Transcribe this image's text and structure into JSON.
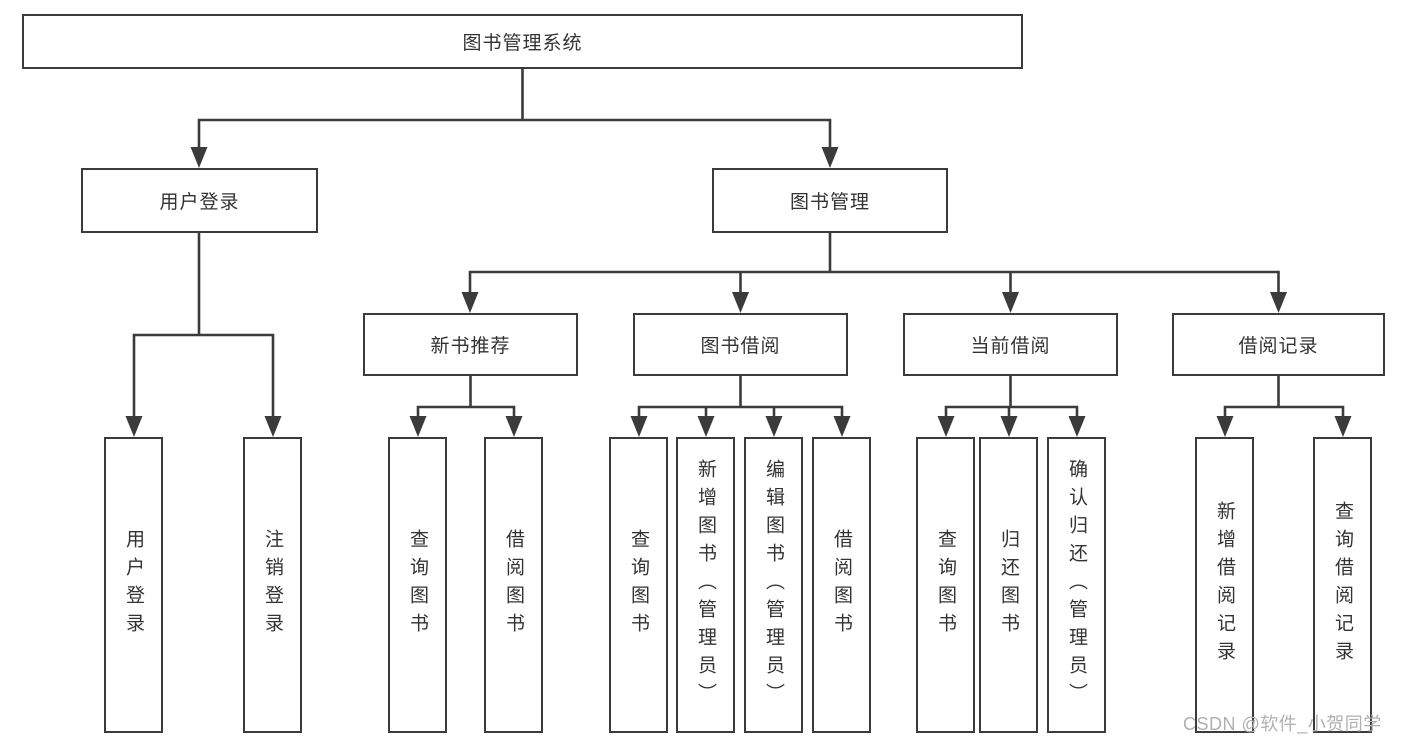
{
  "tree": {
    "label": "图书管理系统",
    "children": [
      {
        "label": "用户登录",
        "children": [
          {
            "label": "用户登录"
          },
          {
            "label": "注销登录"
          }
        ]
      },
      {
        "label": "图书管理",
        "children": [
          {
            "label": "新书推荐",
            "children": [
              {
                "label": "查询图书"
              },
              {
                "label": "借阅图书"
              }
            ]
          },
          {
            "label": "图书借阅",
            "children": [
              {
                "label": "查询图书"
              },
              {
                "label": "新增图书（管理员）"
              },
              {
                "label": "编辑图书（管理员）"
              },
              {
                "label": "借阅图书"
              }
            ]
          },
          {
            "label": "当前借阅",
            "children": [
              {
                "label": "查询图书"
              },
              {
                "label": "归还图书"
              },
              {
                "label": "确认归还（管理员）"
              }
            ]
          },
          {
            "label": "借阅记录",
            "children": [
              {
                "label": "新增借阅记录"
              },
              {
                "label": "查询借阅记录"
              }
            ]
          }
        ]
      }
    ]
  },
  "watermark": {
    "text": "CSDN @软件_小贺同学"
  },
  "colors": {
    "line": "#3b3b3b",
    "text": "#333333",
    "watermark": "#b0b0b0",
    "background": "#ffffff"
  }
}
